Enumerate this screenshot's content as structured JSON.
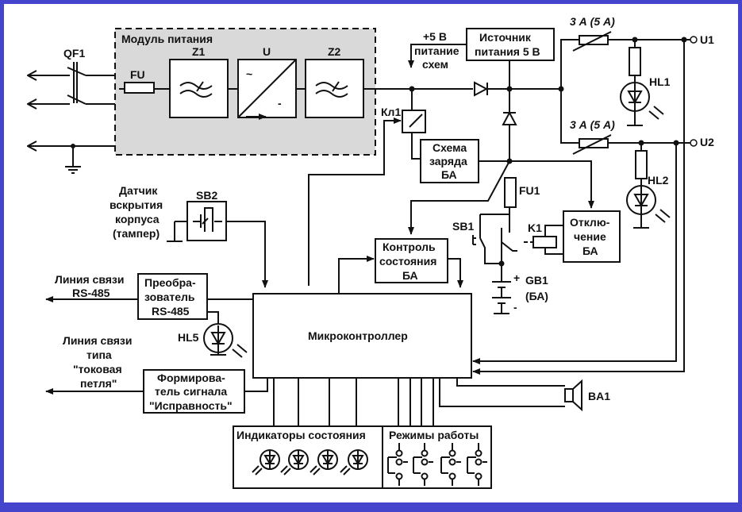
{
  "diagram": {
    "type": "block-diagram",
    "colors": {
      "frame": "#4444cc",
      "background": "#ffffff",
      "module_fill": "#d9d9d9",
      "line": "#111111"
    },
    "power_module": {
      "title": "Модуль питания",
      "fuse": "FU",
      "filter1": "Z1",
      "converter": "U",
      "converter_ac": "~",
      "converter_dc": "-",
      "filter2": "Z2"
    },
    "breaker": "QF1",
    "supply5v": {
      "line1": "Источник",
      "line2": "питания 5 В"
    },
    "supply_out": {
      "line1": "+5 В",
      "line2": "питание",
      "line3": "схем"
    },
    "key": "Кл1",
    "charger": {
      "line1": "Схема",
      "line2": "заряда",
      "line3": "БА"
    },
    "fuse1": "FU1",
    "sb1": "SB1",
    "k1": "K1",
    "disconnect": {
      "line1": "Отклю-",
      "line2": "чение",
      "line3": "БА"
    },
    "battery": {
      "name": "GB1",
      "sub": "(БА)",
      "plus": "+",
      "minus": "-"
    },
    "fuse_ratings": [
      "3 А (5 А)",
      "3 А (5 А)"
    ],
    "outputs": [
      "U1",
      "U2"
    ],
    "leds": [
      "HL1",
      "HL2",
      "HL5"
    ],
    "tamper": {
      "line1": "Датчик",
      "line2": "вскрытия",
      "line3": "корпуса",
      "line4": "(тампер)",
      "name": "SB2"
    },
    "monitor": {
      "line1": "Контроль",
      "line2": "состояния",
      "line3": "БА"
    },
    "rs485_conv": {
      "line1": "Преобра-",
      "line2": "зователь",
      "line3": "RS-485"
    },
    "rs485_line": {
      "line1": "Линия связи",
      "line2": "RS-485"
    },
    "mcu": "Микроконтроллер",
    "loop_line": {
      "line1": "Линия связи",
      "line2": "типа",
      "line3": "\"токовая",
      "line4": "петля\""
    },
    "signal_former": {
      "line1": "Формирова-",
      "line2": "тель сигнала",
      "line3": "\"Исправность\""
    },
    "buzzer": "BA1",
    "indicators": "Индикаторы состояния",
    "modes": "Режимы работы"
  }
}
